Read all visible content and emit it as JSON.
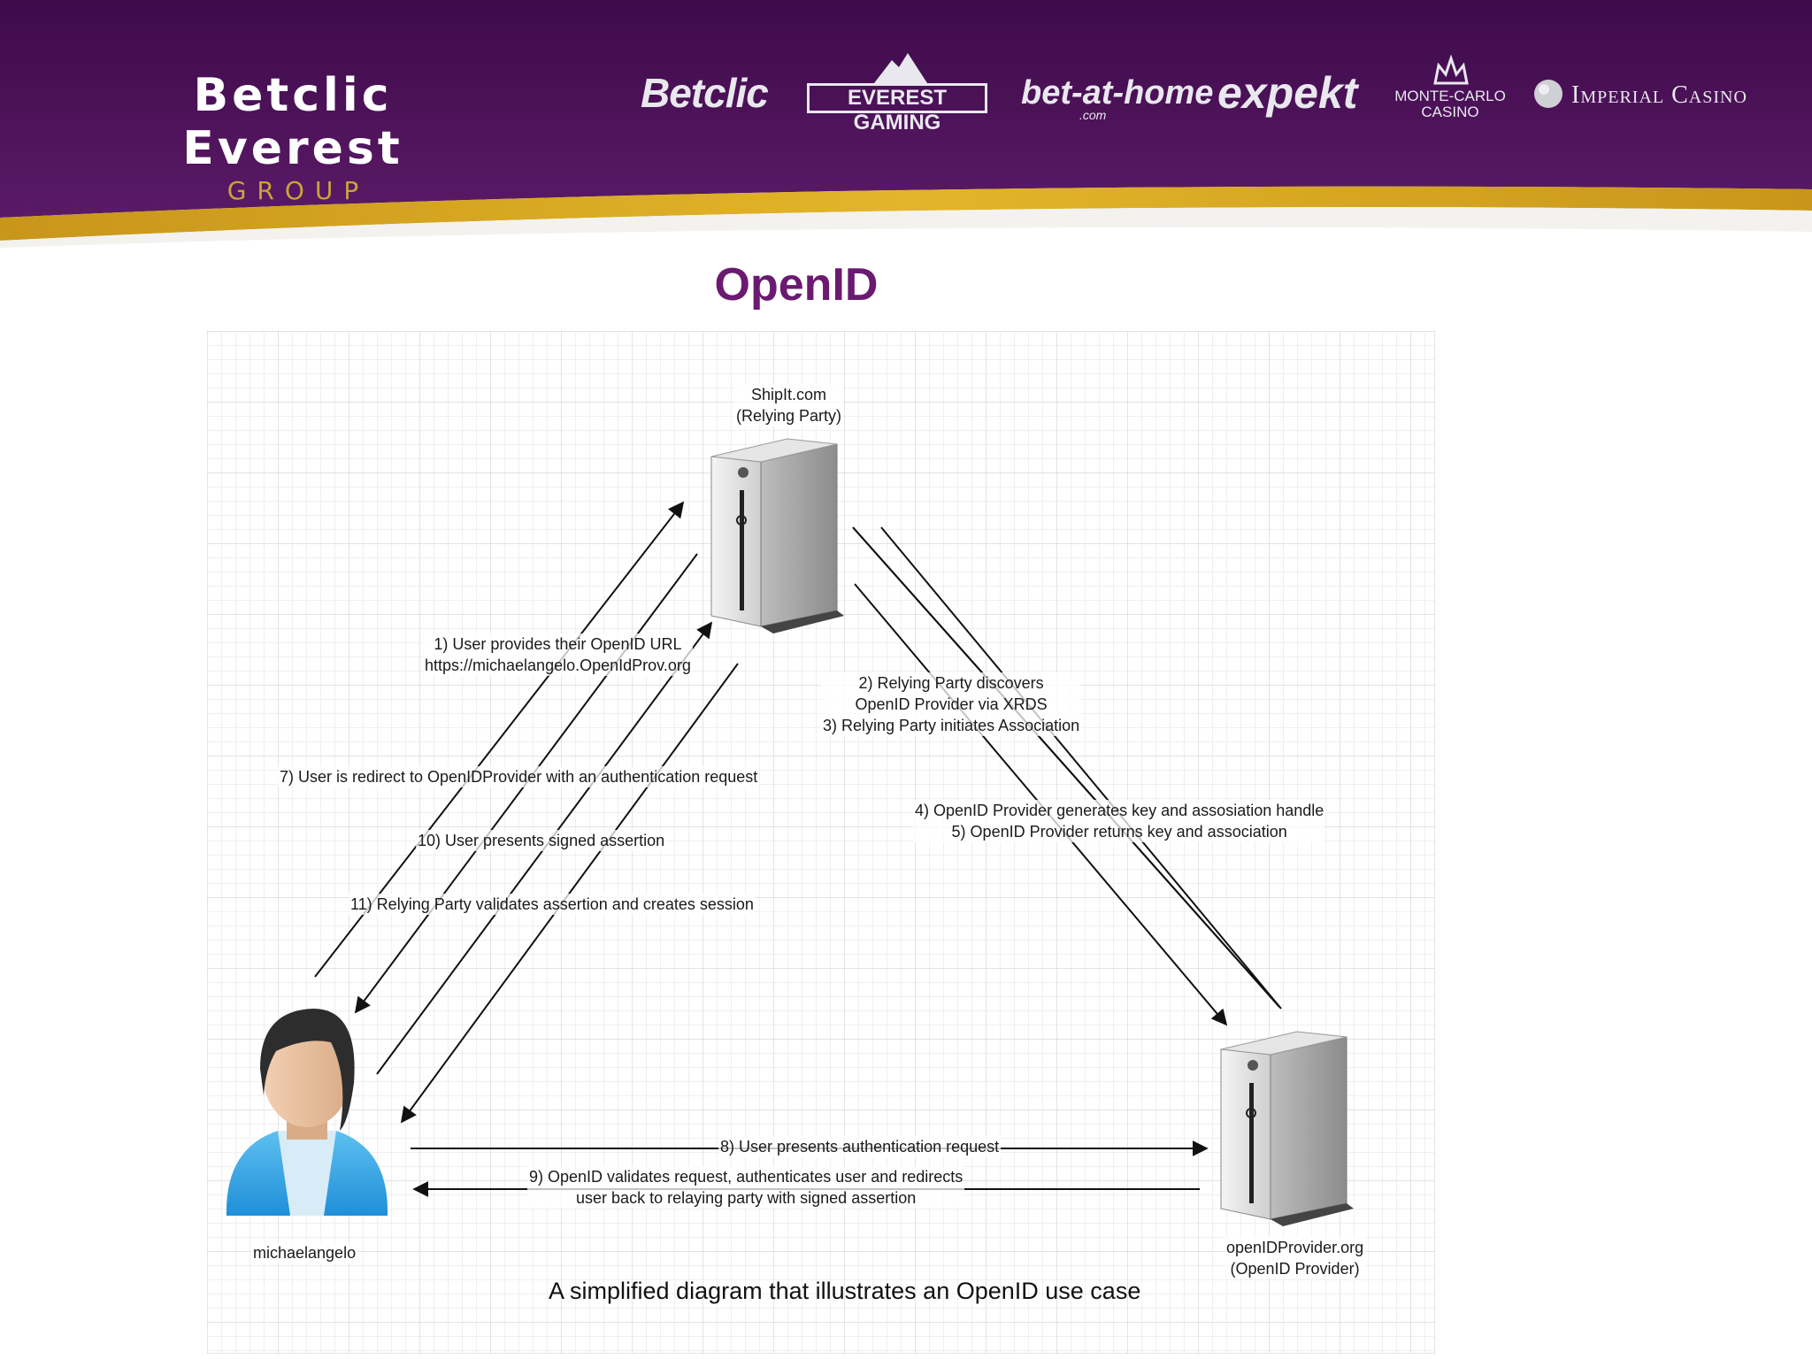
{
  "header": {
    "brand_name": "Betclic Everest",
    "brand_sub": "GROUP",
    "logos": {
      "betclic": "Betclic",
      "everest_gaming": "EVEREST GAMING",
      "bet_at_home": "bet-at-home",
      "bet_at_home_com": ".com",
      "expekt": "expekt",
      "monte_carlo": "MONTE-CARLO\nCASINO",
      "imperial_casino": "Imperial Casino"
    },
    "colors": {
      "banner": "#4a0f55",
      "stripe": "#d9a81e"
    }
  },
  "slide_title": "OpenID",
  "diagram": {
    "relying_party": "ShipIt.com\n(Relying Party)",
    "provider": "openIDProvider.org\n(OpenID Provider)",
    "user": "michaelangelo",
    "steps": {
      "s1": "1) User provides their OpenID URL\nhttps://michaelangelo.OpenIdProv.org",
      "s2_3": "2) Relying Party discovers\nOpenID Provider via XRDS\n3) Relying Party initiates Association",
      "s4_5": "4) OpenID Provider generates key and assosiation handle\n5) OpenID Provider returns key and association",
      "s7": "7) User is redirect to OpenIDProvider with an authentication request",
      "s10": "10) User presents signed assertion",
      "s11": "11) Relying Party validates assertion and creates session",
      "s8": "8) User presents authentication request",
      "s9": "9) OpenID validates request, authenticates user and redirects\nuser back to relaying party with signed assertion"
    },
    "caption": "A simplified diagram that illustrates an OpenID use case"
  }
}
